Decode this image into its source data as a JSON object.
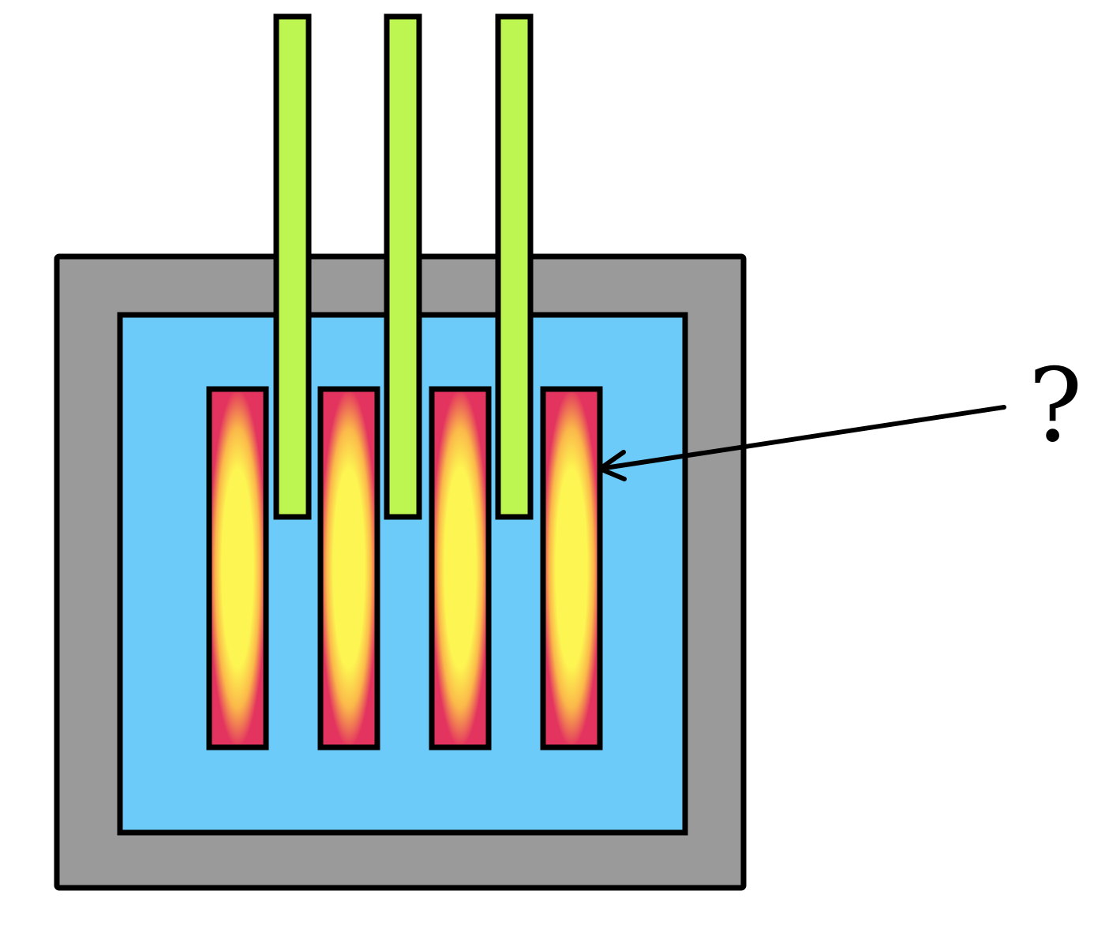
{
  "diagram": {
    "type": "reactor-core-schematic",
    "label": "?",
    "colors": {
      "vessel": "#9a9a9a",
      "coolant": "#6ccbf8",
      "control_rod": "#bef651",
      "fuel_center": "#fdf652",
      "fuel_mid": "#fbb84a",
      "fuel_edge": "#e3335f",
      "outline": "#000000"
    },
    "parts": {
      "vessel_icon": "reactor-vessel",
      "coolant_icon": "coolant-pool",
      "fuel_rod_count": 4,
      "control_rod_count": 3
    }
  }
}
